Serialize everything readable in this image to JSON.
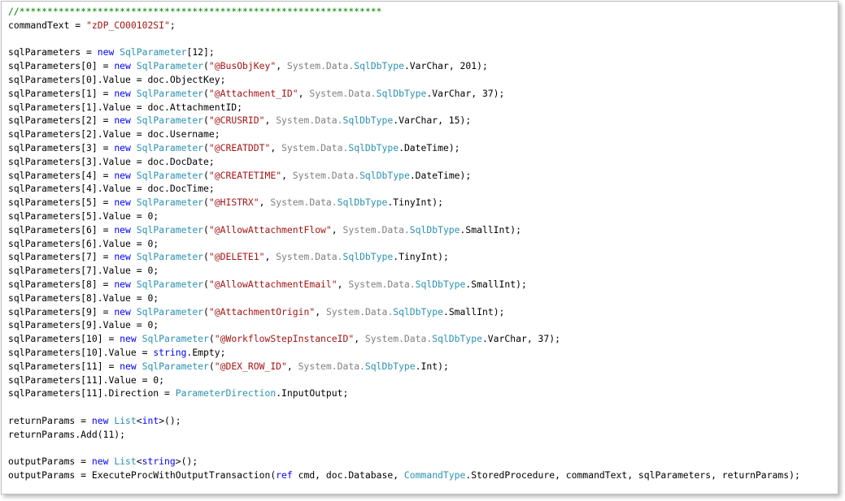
{
  "editor": {
    "lines": [
      [
        {
          "t": "//*****************************************************************",
          "c": "comment"
        }
      ],
      [
        {
          "t": "commandText = ",
          "c": "plain"
        },
        {
          "t": "\"zDP_CO00102SI\"",
          "c": "str"
        },
        {
          "t": ";",
          "c": "plain"
        }
      ],
      [],
      [
        {
          "t": "sqlParameters = ",
          "c": "plain"
        },
        {
          "t": "new",
          "c": "kw"
        },
        {
          "t": " ",
          "c": "plain"
        },
        {
          "t": "SqlParameter",
          "c": "type"
        },
        {
          "t": "[12];",
          "c": "plain"
        }
      ],
      [
        {
          "t": "sqlParameters[0] = ",
          "c": "plain"
        },
        {
          "t": "new",
          "c": "kw"
        },
        {
          "t": " ",
          "c": "plain"
        },
        {
          "t": "SqlParameter",
          "c": "type"
        },
        {
          "t": "(",
          "c": "plain"
        },
        {
          "t": "\"@BusObjKey\"",
          "c": "str"
        },
        {
          "t": ", ",
          "c": "plain"
        },
        {
          "t": "System.Data.",
          "c": "ns"
        },
        {
          "t": "SqlDbType",
          "c": "type"
        },
        {
          "t": ".VarChar, 201);",
          "c": "plain"
        }
      ],
      [
        {
          "t": "sqlParameters[0].Value = doc.ObjectKey;",
          "c": "plain"
        }
      ],
      [
        {
          "t": "sqlParameters[1] = ",
          "c": "plain"
        },
        {
          "t": "new",
          "c": "kw"
        },
        {
          "t": " ",
          "c": "plain"
        },
        {
          "t": "SqlParameter",
          "c": "type"
        },
        {
          "t": "(",
          "c": "plain"
        },
        {
          "t": "\"@Attachment_ID\"",
          "c": "str"
        },
        {
          "t": ", ",
          "c": "plain"
        },
        {
          "t": "System.Data.",
          "c": "ns"
        },
        {
          "t": "SqlDbType",
          "c": "type"
        },
        {
          "t": ".VarChar, 37);",
          "c": "plain"
        }
      ],
      [
        {
          "t": "sqlParameters[1].Value = doc.AttachmentID;",
          "c": "plain"
        }
      ],
      [
        {
          "t": "sqlParameters[2] = ",
          "c": "plain"
        },
        {
          "t": "new",
          "c": "kw"
        },
        {
          "t": " ",
          "c": "plain"
        },
        {
          "t": "SqlParameter",
          "c": "type"
        },
        {
          "t": "(",
          "c": "plain"
        },
        {
          "t": "\"@CRUSRID\"",
          "c": "str"
        },
        {
          "t": ", ",
          "c": "plain"
        },
        {
          "t": "System.Data.",
          "c": "ns"
        },
        {
          "t": "SqlDbType",
          "c": "type"
        },
        {
          "t": ".VarChar, 15);",
          "c": "plain"
        }
      ],
      [
        {
          "t": "sqlParameters[2].Value = doc.Username;",
          "c": "plain"
        }
      ],
      [
        {
          "t": "sqlParameters[3] = ",
          "c": "plain"
        },
        {
          "t": "new",
          "c": "kw"
        },
        {
          "t": " ",
          "c": "plain"
        },
        {
          "t": "SqlParameter",
          "c": "type"
        },
        {
          "t": "(",
          "c": "plain"
        },
        {
          "t": "\"@CREATDDT\"",
          "c": "str"
        },
        {
          "t": ", ",
          "c": "plain"
        },
        {
          "t": "System.Data.",
          "c": "ns"
        },
        {
          "t": "SqlDbType",
          "c": "type"
        },
        {
          "t": ".DateTime);",
          "c": "plain"
        }
      ],
      [
        {
          "t": "sqlParameters[3].Value = doc.DocDate;",
          "c": "plain"
        }
      ],
      [
        {
          "t": "sqlParameters[4] = ",
          "c": "plain"
        },
        {
          "t": "new",
          "c": "kw"
        },
        {
          "t": " ",
          "c": "plain"
        },
        {
          "t": "SqlParameter",
          "c": "type"
        },
        {
          "t": "(",
          "c": "plain"
        },
        {
          "t": "\"@CREATETIME\"",
          "c": "str"
        },
        {
          "t": ", ",
          "c": "plain"
        },
        {
          "t": "System.Data.",
          "c": "ns"
        },
        {
          "t": "SqlDbType",
          "c": "type"
        },
        {
          "t": ".DateTime);",
          "c": "plain"
        }
      ],
      [
        {
          "t": "sqlParameters[4].Value = doc.DocTime;",
          "c": "plain"
        }
      ],
      [
        {
          "t": "sqlParameters[5] = ",
          "c": "plain"
        },
        {
          "t": "new",
          "c": "kw"
        },
        {
          "t": " ",
          "c": "plain"
        },
        {
          "t": "SqlParameter",
          "c": "type"
        },
        {
          "t": "(",
          "c": "plain"
        },
        {
          "t": "\"@HISTRX\"",
          "c": "str"
        },
        {
          "t": ", ",
          "c": "plain"
        },
        {
          "t": "System.Data.",
          "c": "ns"
        },
        {
          "t": "SqlDbType",
          "c": "type"
        },
        {
          "t": ".TinyInt);",
          "c": "plain"
        }
      ],
      [
        {
          "t": "sqlParameters[5].Value = 0;",
          "c": "plain"
        }
      ],
      [
        {
          "t": "sqlParameters[6] = ",
          "c": "plain"
        },
        {
          "t": "new",
          "c": "kw"
        },
        {
          "t": " ",
          "c": "plain"
        },
        {
          "t": "SqlParameter",
          "c": "type"
        },
        {
          "t": "(",
          "c": "plain"
        },
        {
          "t": "\"@AllowAttachmentFlow\"",
          "c": "str"
        },
        {
          "t": ", ",
          "c": "plain"
        },
        {
          "t": "System.Data.",
          "c": "ns"
        },
        {
          "t": "SqlDbType",
          "c": "type"
        },
        {
          "t": ".SmallInt);",
          "c": "plain"
        }
      ],
      [
        {
          "t": "sqlParameters[6].Value = 0;",
          "c": "plain"
        }
      ],
      [
        {
          "t": "sqlParameters[7] = ",
          "c": "plain"
        },
        {
          "t": "new",
          "c": "kw"
        },
        {
          "t": " ",
          "c": "plain"
        },
        {
          "t": "SqlParameter",
          "c": "type"
        },
        {
          "t": "(",
          "c": "plain"
        },
        {
          "t": "\"@DELETE1\"",
          "c": "str"
        },
        {
          "t": ", ",
          "c": "plain"
        },
        {
          "t": "System.Data.",
          "c": "ns"
        },
        {
          "t": "SqlDbType",
          "c": "type"
        },
        {
          "t": ".TinyInt);",
          "c": "plain"
        }
      ],
      [
        {
          "t": "sqlParameters[7].Value = 0;",
          "c": "plain"
        }
      ],
      [
        {
          "t": "sqlParameters[8] = ",
          "c": "plain"
        },
        {
          "t": "new",
          "c": "kw"
        },
        {
          "t": " ",
          "c": "plain"
        },
        {
          "t": "SqlParameter",
          "c": "type"
        },
        {
          "t": "(",
          "c": "plain"
        },
        {
          "t": "\"@AllowAttachmentEmail\"",
          "c": "str"
        },
        {
          "t": ", ",
          "c": "plain"
        },
        {
          "t": "System.Data.",
          "c": "ns"
        },
        {
          "t": "SqlDbType",
          "c": "type"
        },
        {
          "t": ".SmallInt);",
          "c": "plain"
        }
      ],
      [
        {
          "t": "sqlParameters[8].Value = 0;",
          "c": "plain"
        }
      ],
      [
        {
          "t": "sqlParameters[9] = ",
          "c": "plain"
        },
        {
          "t": "new",
          "c": "kw"
        },
        {
          "t": " ",
          "c": "plain"
        },
        {
          "t": "SqlParameter",
          "c": "type"
        },
        {
          "t": "(",
          "c": "plain"
        },
        {
          "t": "\"@AttachmentOrigin\"",
          "c": "str"
        },
        {
          "t": ", ",
          "c": "plain"
        },
        {
          "t": "System.Data.",
          "c": "ns"
        },
        {
          "t": "SqlDbType",
          "c": "type"
        },
        {
          "t": ".SmallInt);",
          "c": "plain"
        }
      ],
      [
        {
          "t": "sqlParameters[9].Value = 0;",
          "c": "plain"
        }
      ],
      [
        {
          "t": "sqlParameters[10] = ",
          "c": "plain"
        },
        {
          "t": "new",
          "c": "kw"
        },
        {
          "t": " ",
          "c": "plain"
        },
        {
          "t": "SqlParameter",
          "c": "type"
        },
        {
          "t": "(",
          "c": "plain"
        },
        {
          "t": "\"@WorkflowStepInstanceID\"",
          "c": "str"
        },
        {
          "t": ", ",
          "c": "plain"
        },
        {
          "t": "System.Data.",
          "c": "ns"
        },
        {
          "t": "SqlDbType",
          "c": "type"
        },
        {
          "t": ".VarChar, 37);",
          "c": "plain"
        }
      ],
      [
        {
          "t": "sqlParameters[10].Value = ",
          "c": "plain"
        },
        {
          "t": "string",
          "c": "kw"
        },
        {
          "t": ".Empty;",
          "c": "plain"
        }
      ],
      [
        {
          "t": "sqlParameters[11] = ",
          "c": "plain"
        },
        {
          "t": "new",
          "c": "kw"
        },
        {
          "t": " ",
          "c": "plain"
        },
        {
          "t": "SqlParameter",
          "c": "type"
        },
        {
          "t": "(",
          "c": "plain"
        },
        {
          "t": "\"@DEX_ROW_ID\"",
          "c": "str"
        },
        {
          "t": ", ",
          "c": "plain"
        },
        {
          "t": "System.Data.",
          "c": "ns"
        },
        {
          "t": "SqlDbType",
          "c": "type"
        },
        {
          "t": ".Int);",
          "c": "plain"
        }
      ],
      [
        {
          "t": "sqlParameters[11].Value = 0;",
          "c": "plain"
        }
      ],
      [
        {
          "t": "sqlParameters[11].Direction = ",
          "c": "plain"
        },
        {
          "t": "ParameterDirection",
          "c": "type"
        },
        {
          "t": ".InputOutput;",
          "c": "plain"
        }
      ],
      [],
      [
        {
          "t": "returnParams = ",
          "c": "plain"
        },
        {
          "t": "new",
          "c": "kw"
        },
        {
          "t": " ",
          "c": "plain"
        },
        {
          "t": "List",
          "c": "type"
        },
        {
          "t": "<",
          "c": "plain"
        },
        {
          "t": "int",
          "c": "kw"
        },
        {
          "t": ">();",
          "c": "plain"
        }
      ],
      [
        {
          "t": "returnParams.Add(11);",
          "c": "plain"
        }
      ],
      [],
      [
        {
          "t": "outputParams = ",
          "c": "plain"
        },
        {
          "t": "new",
          "c": "kw"
        },
        {
          "t": " ",
          "c": "plain"
        },
        {
          "t": "List",
          "c": "type"
        },
        {
          "t": "<",
          "c": "plain"
        },
        {
          "t": "string",
          "c": "kw"
        },
        {
          "t": ">();",
          "c": "plain"
        }
      ],
      [
        {
          "t": "outputParams = ExecuteProcWithOutputTransaction(",
          "c": "plain"
        },
        {
          "t": "ref",
          "c": "kw"
        },
        {
          "t": " cmd, doc.Database, ",
          "c": "plain"
        },
        {
          "t": "CommandType",
          "c": "type"
        },
        {
          "t": ".StoredProcedure, commandText, sqlParameters, returnParams);",
          "c": "plain"
        }
      ]
    ]
  },
  "colors": {
    "comment": "#008000",
    "keyword": "#0000ff",
    "type": "#2b91af",
    "string": "#a31515",
    "namespace": "#808080",
    "plain": "#000000"
  }
}
